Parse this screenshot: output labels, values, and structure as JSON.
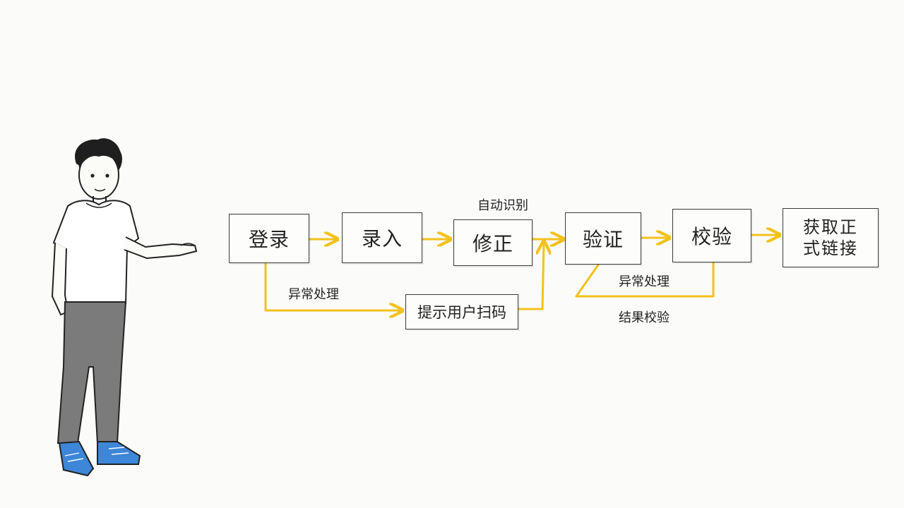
{
  "diagram": {
    "nodes": {
      "login": "登录",
      "input": "录入",
      "correct": "修正",
      "verify": "验证",
      "check": "校验",
      "get_link": "获取正式链接",
      "prompt_scan": "提示用户扫码"
    },
    "labels": {
      "auto_recognize": "自动识别",
      "exception_handling_1": "异常处理",
      "exception_handling_2": "异常处理",
      "result_check": "结果校验"
    },
    "edges": [
      {
        "from": "login",
        "to": "input"
      },
      {
        "from": "input",
        "to": "correct"
      },
      {
        "from": "correct",
        "to": "verify"
      },
      {
        "from": "verify",
        "to": "check"
      },
      {
        "from": "check",
        "to": "get_link"
      },
      {
        "from": "login",
        "to": "prompt_scan",
        "label": "exception_handling_1"
      },
      {
        "from": "prompt_scan",
        "to": "verify"
      },
      {
        "from": "verify",
        "to": "check",
        "label": "exception_handling_2"
      }
    ],
    "colors": {
      "arrow": "#f2c21b",
      "box_border": "#3a3a3a",
      "pants": "#7b7b7b",
      "shoes": "#3d86d8"
    },
    "icons": [
      "person-figure"
    ]
  }
}
